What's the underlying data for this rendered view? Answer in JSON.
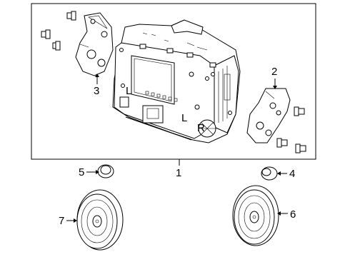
{
  "callouts": {
    "c1": "1",
    "c2": "2",
    "c3": "3",
    "c4": "4",
    "c5": "5",
    "c6": "6",
    "c7": "7"
  },
  "unit_text": {
    "label_l": "L",
    "label_r": "R",
    "label_br": "L"
  }
}
